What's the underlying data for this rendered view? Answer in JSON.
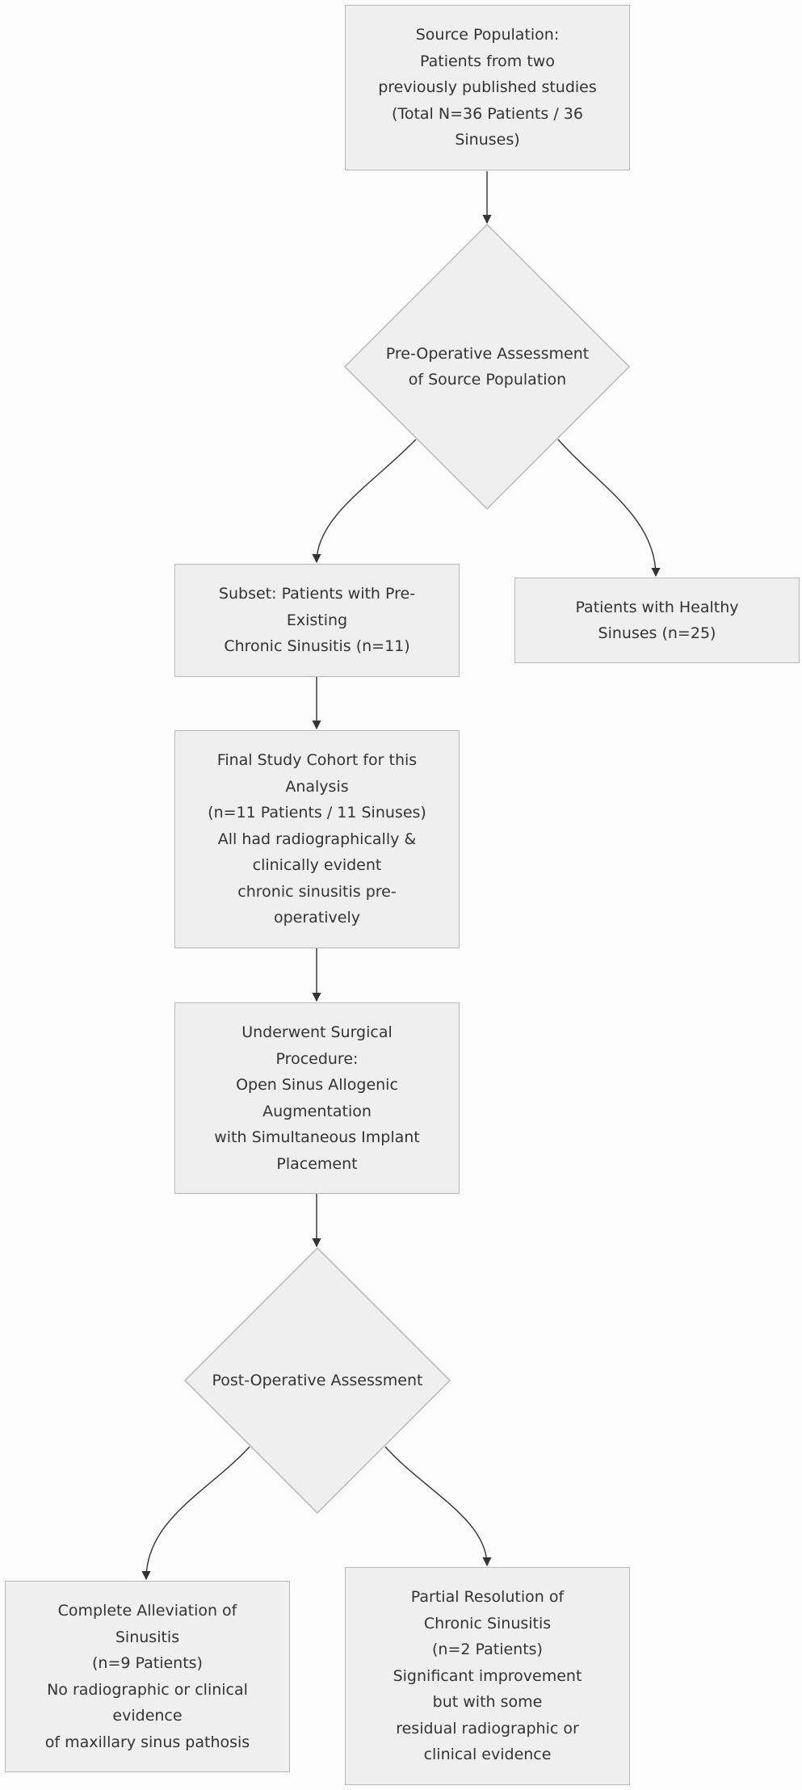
{
  "nodes": {
    "source": {
      "lines": [
        "Source Population:",
        "Patients from two",
        "previously published studies",
        "(Total N=36 Patients / 36",
        "Sinuses)"
      ]
    },
    "preop": {
      "lines": [
        "Pre-Operative Assessment",
        "of Source Population"
      ]
    },
    "subset": {
      "lines": [
        "Subset: Patients with Pre-",
        "Existing",
        "Chronic Sinusitis (n=11)"
      ]
    },
    "healthy": {
      "lines": [
        "Patients with Healthy",
        "Sinuses (n=25)"
      ]
    },
    "cohort": {
      "lines": [
        "Final Study Cohort for this",
        "Analysis",
        "(n=11 Patients / 11 Sinuses)",
        "All had radiographically &",
        "clinically evident",
        "chronic sinusitis pre-",
        "operatively"
      ]
    },
    "surgery": {
      "lines": [
        "Underwent Surgical",
        "Procedure:",
        "Open Sinus Allogenic",
        "Augmentation",
        "with Simultaneous Implant",
        "Placement"
      ]
    },
    "postop": {
      "lines": [
        "Post-Operative Assessment"
      ]
    },
    "complete": {
      "lines": [
        "Complete Alleviation of",
        "Sinusitis",
        "(n=9 Patients)",
        "No radiographic or clinical",
        "evidence",
        "of maxillary sinus pathosis"
      ]
    },
    "partial": {
      "lines": [
        "Partial Resolution of",
        "Chronic Sinusitis",
        "(n=2 Patients)",
        "Significant improvement",
        "but with some",
        "residual radiographic or",
        "clinical evidence"
      ]
    }
  }
}
